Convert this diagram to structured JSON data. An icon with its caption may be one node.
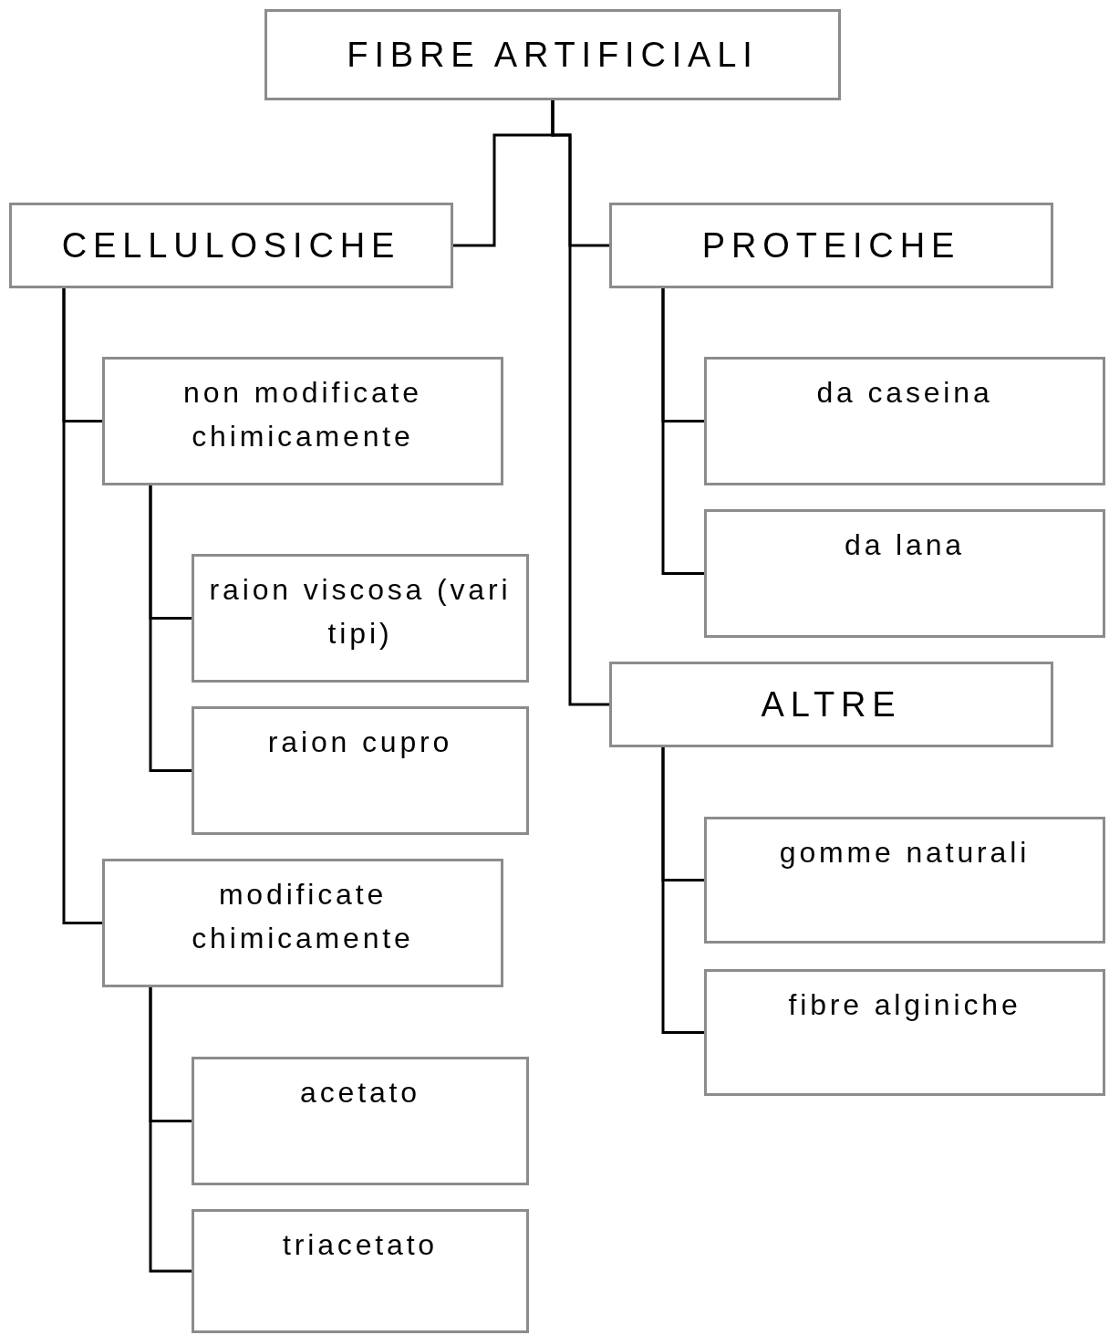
{
  "diagram": {
    "nodes": [
      {
        "text": [
          "FIBRE ARTIFICIALI"
        ]
      },
      {
        "text": [
          "CELLULOSICHE"
        ]
      },
      {
        "text": [
          "PROTEICHE"
        ]
      },
      {
        "text": [
          "non modificate chimicamente"
        ]
      },
      {
        "text": [
          "raion viscosa (vari tipi)"
        ]
      },
      {
        "text": [
          "raion cupro"
        ]
      },
      {
        "text": [
          "modificate chimicamente"
        ]
      },
      {
        "text": [
          "acetato"
        ]
      },
      {
        "text": [
          "triacetato"
        ]
      },
      {
        "text": [
          "da caseina"
        ]
      },
      {
        "text": [
          "da lana"
        ]
      },
      {
        "text": [
          "ALTRE"
        ]
      },
      {
        "text": [
          "gomme naturali"
        ]
      },
      {
        "text": [
          "fibre alginiche"
        ]
      }
    ],
    "edges": [
      {
        "from": 0,
        "to": 1,
        "arrow": "none"
      },
      {
        "from": 0,
        "to": 2,
        "arrow": "none"
      },
      {
        "from": 0,
        "to": 11,
        "arrow": "none"
      },
      {
        "from": 1,
        "to": 3,
        "arrow": "none"
      },
      {
        "from": 1,
        "to": 6,
        "arrow": "none"
      },
      {
        "from": 3,
        "to": 4,
        "arrow": "none"
      },
      {
        "from": 3,
        "to": 5,
        "arrow": "none"
      },
      {
        "from": 6,
        "to": 7,
        "arrow": "none"
      },
      {
        "from": 6,
        "to": 8,
        "arrow": "none"
      },
      {
        "from": 2,
        "to": 9,
        "arrow": "none"
      },
      {
        "from": 2,
        "to": 10,
        "arrow": "none"
      },
      {
        "from": 11,
        "to": 12,
        "arrow": "none"
      },
      {
        "from": 11,
        "to": 13,
        "arrow": "none"
      }
    ]
  }
}
